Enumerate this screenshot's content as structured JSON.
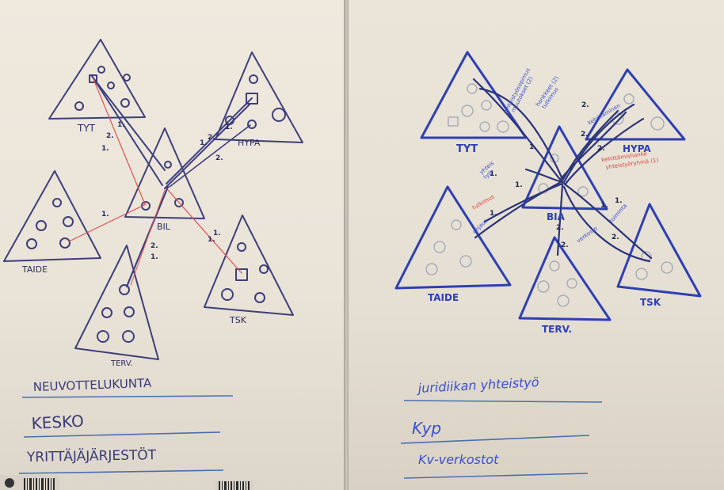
{
  "left_board": {
    "labels": {
      "tyt": "TYT",
      "hypa": "HYPA",
      "bil": "BIL",
      "taide": "TAIDE",
      "tsk": "TSK",
      "terv": "TERV."
    },
    "list": [
      "NEUVOTTELUKUNTA",
      "KESKO",
      "YRITTÄJÄJÄRJESTÖT"
    ],
    "colors": {
      "ink": "#3f3f7a",
      "red": "#d9534f"
    }
  },
  "right_board": {
    "labels": {
      "tyt": "TYT",
      "hypa": "HYPA",
      "bia": "BIA",
      "taide": "TAIDE",
      "tsk": "TSK",
      "terv": "TERV."
    },
    "list": [
      "juridiikan yhteistyö",
      "Kyp",
      "Kv-verkostot"
    ],
    "colors": {
      "ink": "#2e3fb5",
      "red": "#e0443f"
    }
  }
}
